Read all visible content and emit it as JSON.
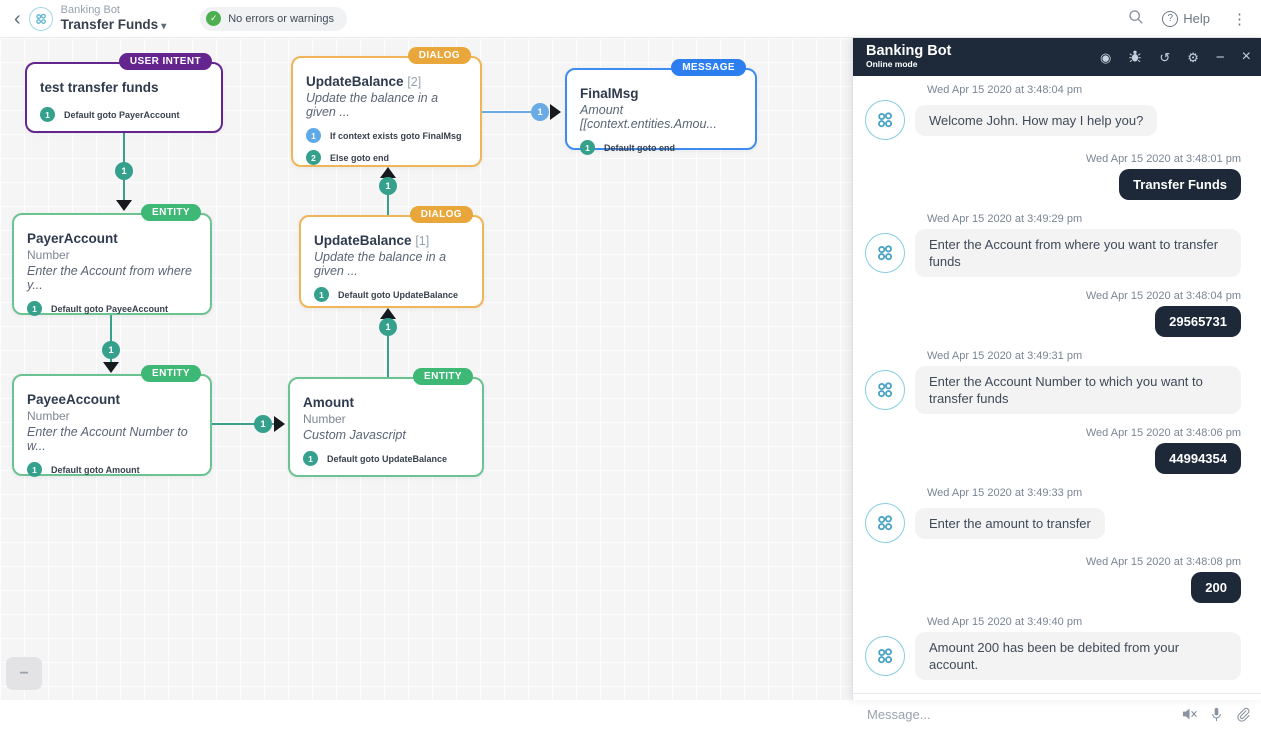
{
  "topbar": {
    "bot_name": "Banking Bot",
    "task_name": "Transfer Funds",
    "status_badge": "No errors or warnings",
    "help_label": "Help"
  },
  "icons": {
    "back_chevron": "‹",
    "dropdown_caret": "▾",
    "check": "✓",
    "help_qmark": "?",
    "kebab": "⋮",
    "record": "◉",
    "refresh": "↺",
    "gear": "⚙",
    "minimize": "−",
    "close": "×",
    "zoom_out": "−"
  },
  "colors": {
    "user_intent": "#65258f",
    "entity": "#3eb875",
    "dialog": "#e9a63a",
    "message": "#2d7ff0",
    "connector_teal": "#3aa08b",
    "connector_blue": "#6aabe5",
    "chat_header": "#1e2a3a",
    "user_bubble": "#1d2939",
    "status_check": "#4caf50"
  },
  "canvas": {
    "connector_labels": [
      "1",
      "1",
      "1",
      "1",
      "1",
      "1"
    ],
    "nodes": [
      {
        "type": "USER INTENT",
        "title": "test transfer funds",
        "transitions": [
          {
            "n": "1",
            "text": "Default goto PayerAccount"
          }
        ]
      },
      {
        "type": "ENTITY",
        "title": "PayerAccount",
        "subtitle": "Number",
        "desc": "Enter the Account from where y...",
        "transitions": [
          {
            "n": "1",
            "text": "Default goto PayeeAccount"
          }
        ]
      },
      {
        "type": "ENTITY",
        "title": "PayeeAccount",
        "subtitle": "Number",
        "desc": "Enter the Account Number to w...",
        "transitions": [
          {
            "n": "1",
            "text": "Default goto Amount"
          }
        ]
      },
      {
        "type": "ENTITY",
        "title": "Amount",
        "subtitle": "Number",
        "desc": "Custom Javascript",
        "transitions": [
          {
            "n": "1",
            "text": "Default goto UpdateBalance"
          }
        ]
      },
      {
        "type": "DIALOG",
        "title": "UpdateBalance",
        "suffix": "[1]",
        "desc": "Update the balance in a given ...",
        "transitions": [
          {
            "n": "1",
            "text": "Default goto UpdateBalance"
          }
        ]
      },
      {
        "type": "DIALOG",
        "title": "UpdateBalance",
        "suffix": "[2]",
        "desc": "Update the balance in a given ...",
        "transitions": [
          {
            "n": "1",
            "text": "If context exists goto FinalMsg"
          },
          {
            "n": "2",
            "text": "Else goto end"
          }
        ]
      },
      {
        "type": "MESSAGE",
        "title": "FinalMsg",
        "desc": "Amount [[context.entities.Amou...",
        "transitions": [
          {
            "n": "1",
            "text": "Default goto end"
          }
        ]
      }
    ]
  },
  "chat": {
    "title": "Banking Bot",
    "mode": "Online mode",
    "input_placeholder": "Message...",
    "messages": [
      {
        "from": "bot",
        "time": "Wed Apr 15 2020 at 3:48:04 pm",
        "text": "Welcome John. How may I help you?"
      },
      {
        "from": "user",
        "time": "Wed Apr 15 2020 at 3:48:01 pm",
        "text": "Transfer Funds"
      },
      {
        "from": "bot",
        "time": "Wed Apr 15 2020 at 3:49:29 pm",
        "text": "Enter the Account from where you want to transfer funds"
      },
      {
        "from": "user",
        "time": "Wed Apr 15 2020 at 3:48:04 pm",
        "text": "29565731"
      },
      {
        "from": "bot",
        "time": "Wed Apr 15 2020 at 3:49:31 pm",
        "text": "Enter the Account Number to which you want to transfer funds"
      },
      {
        "from": "user",
        "time": "Wed Apr 15 2020 at 3:48:06 pm",
        "text": "44994354"
      },
      {
        "from": "bot",
        "time": "Wed Apr 15 2020 at 3:49:33 pm",
        "text": "Enter the amount to transfer"
      },
      {
        "from": "user",
        "time": "Wed Apr 15 2020 at 3:48:08 pm",
        "text": "200"
      },
      {
        "from": "bot",
        "time": "Wed Apr 15 2020 at 3:49:40 pm",
        "text": "Amount 200 has been be debited from your account."
      }
    ]
  }
}
